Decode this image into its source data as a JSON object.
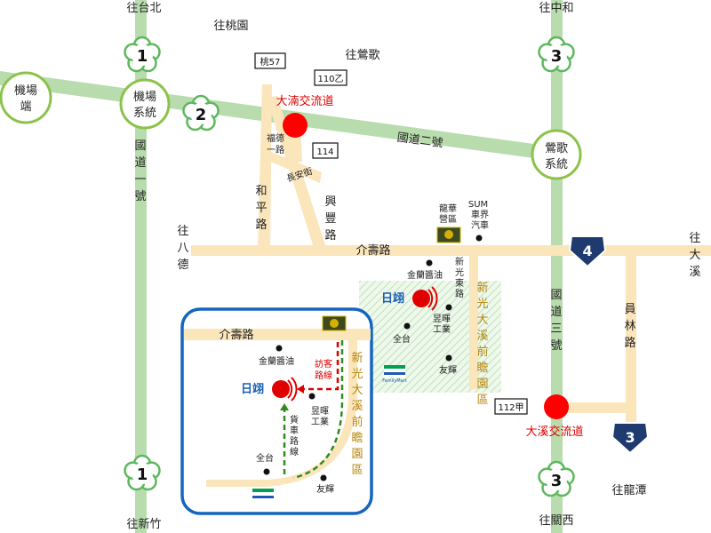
{
  "directions": {
    "north_taibei": "往台北",
    "north_zhonghe": "往中和",
    "taoyuan": "往桃園",
    "yingge": "往鶯歌",
    "bade": "往八德",
    "daxi": "往大溪",
    "south_xinzhu": "往新竹",
    "south_guanxi": "往關西",
    "longtan": "往龍潭"
  },
  "interchanges": {
    "airport_end": "機場端",
    "airport_system": "機場系統",
    "yingge_system": "鶯歌系統",
    "dazhi": "大湳交流道",
    "daxi": "大溪交流道"
  },
  "highways": {
    "freeway1_label": "國道一號",
    "freeway2_label": "國道二號",
    "freeway3_label": "國道三號",
    "shield_1": "1",
    "shield_2": "2",
    "shield_3": "3",
    "shield_4": "4"
  },
  "roads": {
    "jieshou": "介壽路",
    "heping": "和平路",
    "xingfeng": "興豐路",
    "changan": "長安街",
    "fude_road": "福德一路",
    "yuanlin": "員林路",
    "xinguang_east": "新光東路",
    "route_tao57": "桃57",
    "route_110": "110乙",
    "route_114": "114",
    "route_112": "112甲"
  },
  "places": {
    "military_zone": "龍華營區",
    "sum_car": "SUM車界汽車",
    "jinlan": "金蘭醬油",
    "rishuo": "日翊",
    "yusheng": "昱暉工業",
    "quantai": "全台",
    "youhui": "友輝",
    "xinguang_district": "新光大溪前瞻園區",
    "familymart": "FamilyMart"
  },
  "inset": {
    "road": "介壽路",
    "jinlan": "金蘭醬油",
    "rishuo": "日翊",
    "visitor_route": "訪客路線",
    "truck_route": "貨車路線",
    "yusheng": "昱暉工業",
    "quantai": "全台",
    "youhui": "友輝",
    "district": "新光大溪前瞻園區"
  },
  "colors": {
    "road_green": "#b9dcae",
    "road_beige": "#fbe5bb",
    "interchange_red": "#ff0000",
    "inset_border": "#1565c0",
    "shield_navy": "#1f3a6e",
    "district_hatch": "#cfeacc"
  }
}
